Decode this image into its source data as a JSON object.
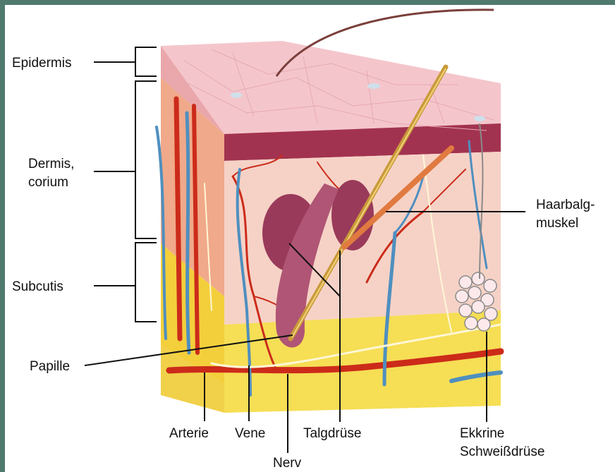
{
  "labels": {
    "epidermis": "Epidermis",
    "dermis_line1": "Dermis,",
    "dermis_line2": "corium",
    "subcutis": "Subcutis",
    "papille": "Papille",
    "arterie": "Arterie",
    "vene": "Vene",
    "nerv": "Nerv",
    "talgdruese": "Talgdrüse",
    "haarbalg_line1": "Haarbalg-",
    "haarbalg_line2": "muskel",
    "ekkrine_line1": "Ekkrine",
    "ekkrine_line2": "Schweißdrüse"
  },
  "colors": {
    "frame": "#4f7a6d",
    "epidermis": "#f2c3c7",
    "dermis": "#f4cfc4",
    "subcutis": "#f5dc55",
    "artery": "#cc2b1a",
    "vein": "#4f8fbf",
    "nerve": "#fff3cc",
    "gland": "#9a3a5a"
  }
}
